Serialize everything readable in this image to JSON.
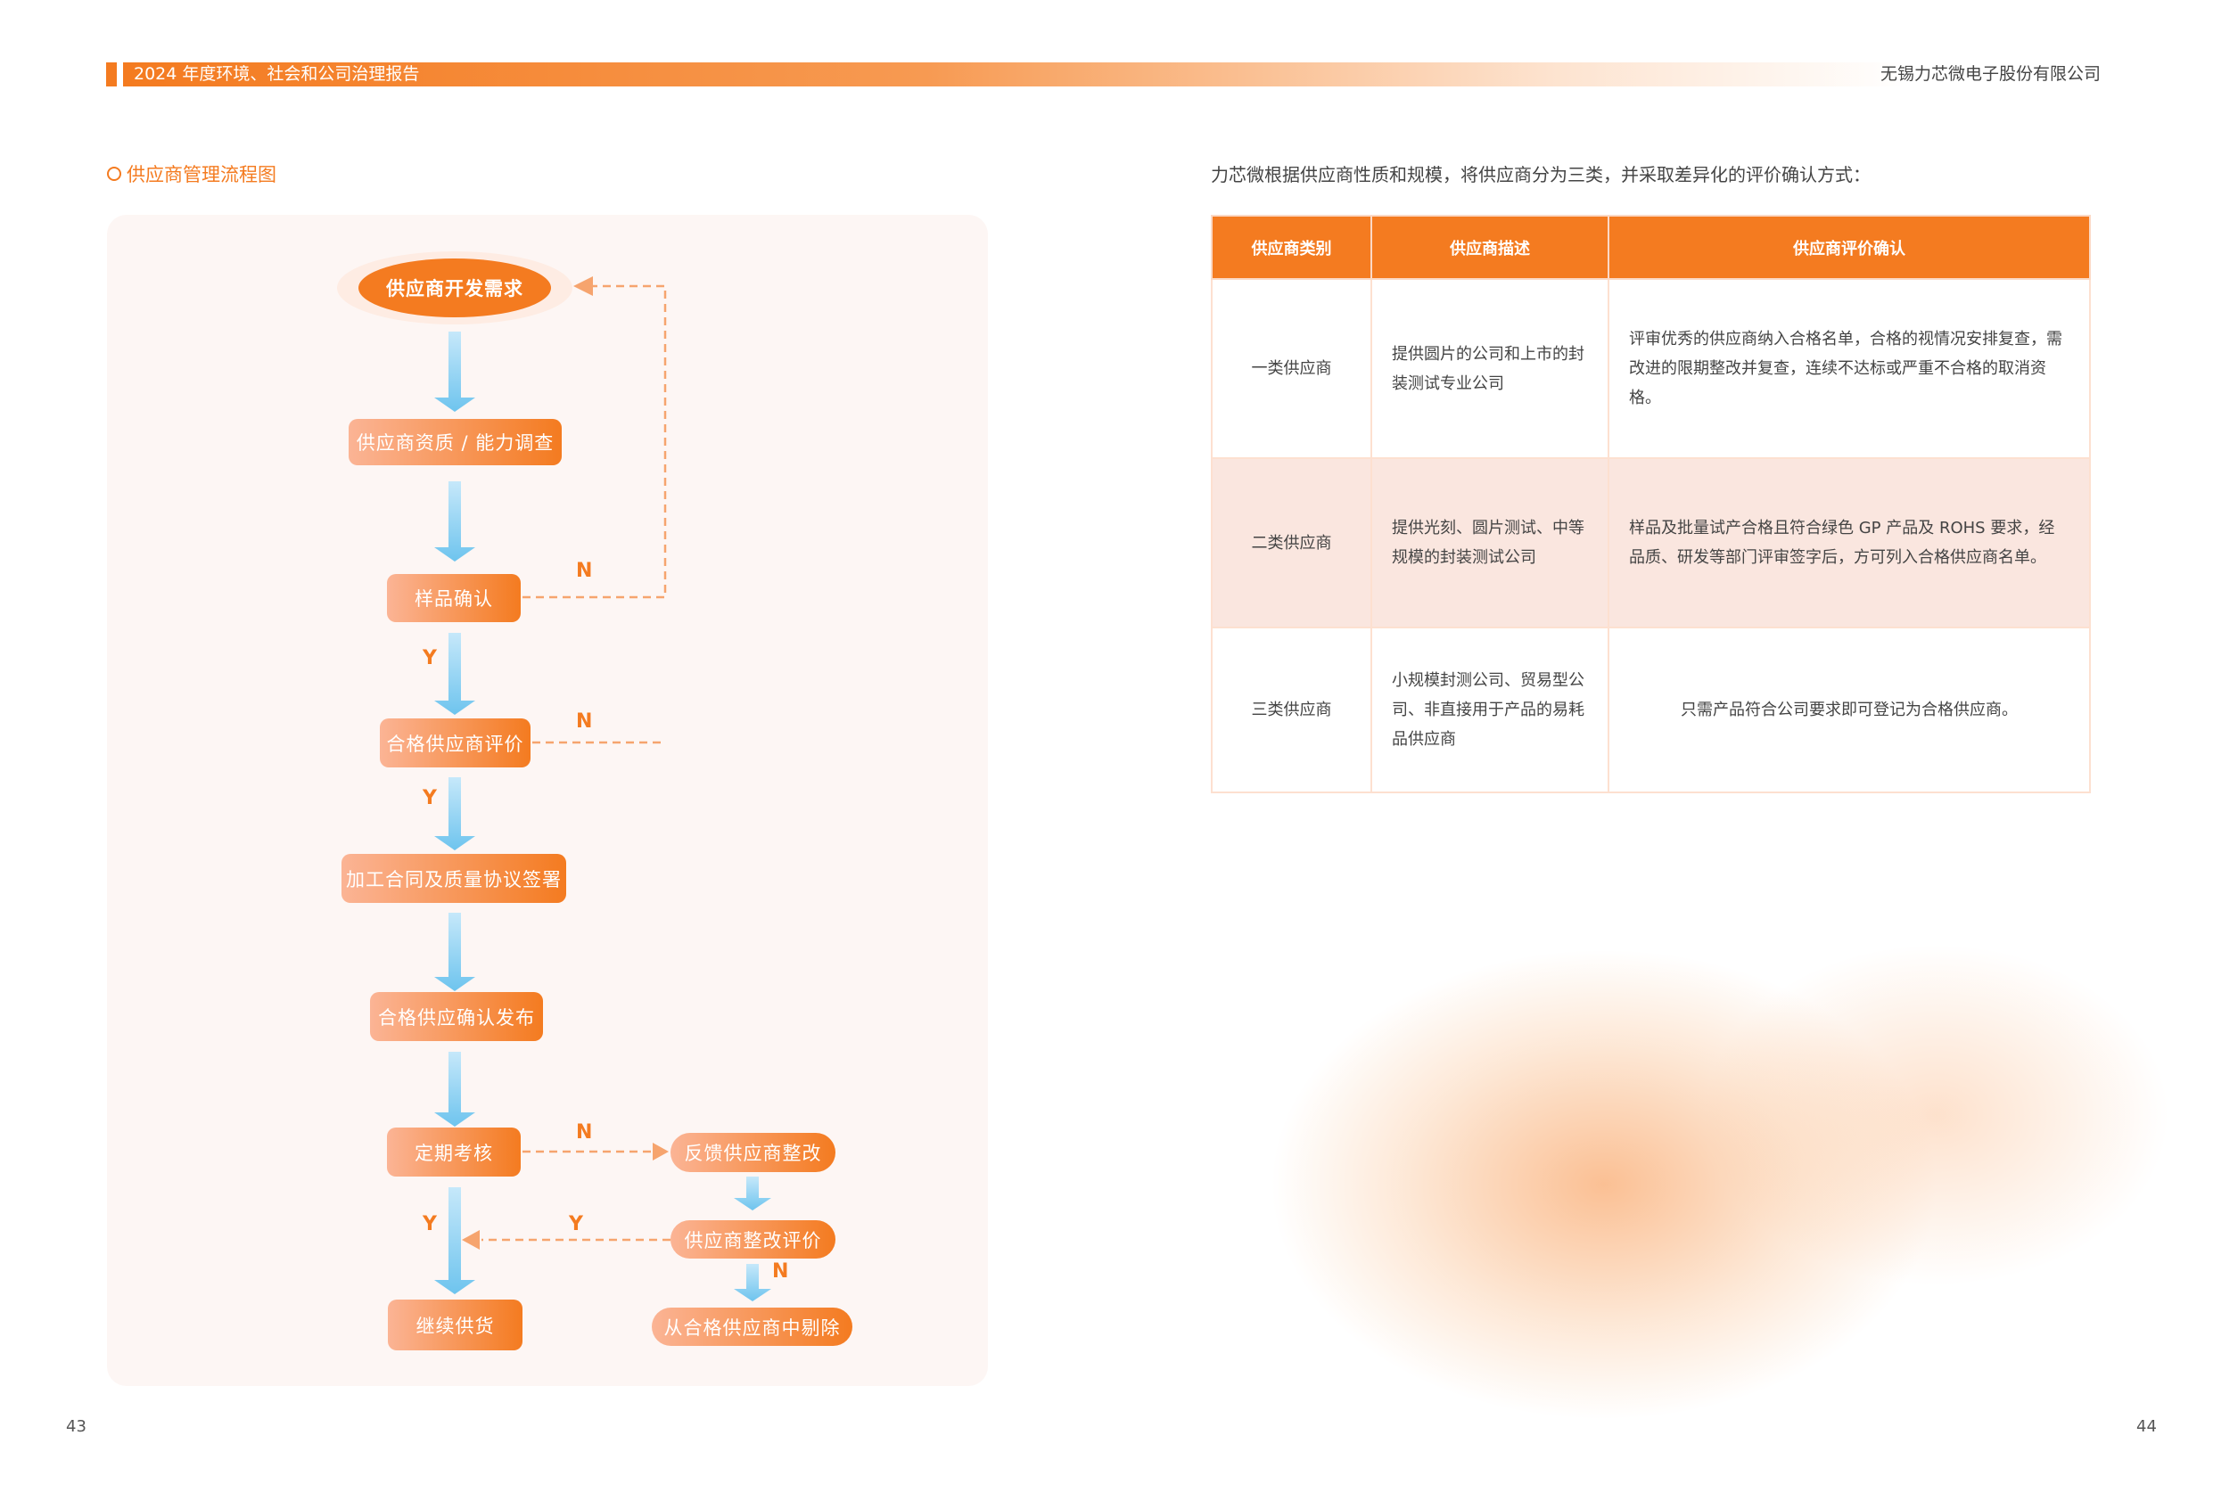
{
  "header": {
    "title": "2024 年度环境、社会和公司治理报告",
    "company": "无锡力芯微电子股份有限公司"
  },
  "section_title": "供应商管理流程图",
  "intro": "力芯微根据供应商性质和规模，将供应商分为三类，并采取差异化的评价确认方式：",
  "table": {
    "headers": [
      "供应商类别",
      "供应商描述",
      "供应商评价确认"
    ],
    "rows": [
      {
        "category": "一类供应商",
        "description": "提供圆片的公司和上市的封装测试专业公司",
        "evaluation": "评审优秀的供应商纳入合格名单，合格的视情况安排复查，需改进的限期整改并复查，连续不达标或严重不合格的取消资格。"
      },
      {
        "category": "二类供应商",
        "description": "提供光刻、圆片测试、中等规模的封装测试公司",
        "evaluation": "样品及批量试产合格且符合绿色 GP 产品及 ROHS 要求，经品质、研发等部门评审签字后，方可列入合格供应商名单。"
      },
      {
        "category": "三类供应商",
        "description": "小规模封测公司、贸易型公司、非直接用于产品的易耗品供应商",
        "evaluation": "只需产品符合公司要求即可登记为合格供应商。"
      }
    ]
  },
  "flow": {
    "nodes": [
      "供应商开发需求",
      "供应商资质 / 能力调查",
      "样品确认",
      "合格供应商评价",
      "加工合同及质量协议签署",
      "合格供应确认发布",
      "定期考核",
      "继续供货",
      "反馈供应商整改",
      "供应商整改评价",
      "从合格供应商中剔除"
    ],
    "labels": {
      "y": "Y",
      "n": "N"
    }
  },
  "page_numbers": {
    "left": "43",
    "right": "44"
  },
  "colors": {
    "accent": "#f47b20",
    "arrow": "#7ccbf0",
    "panel": "#fdf6f4"
  }
}
